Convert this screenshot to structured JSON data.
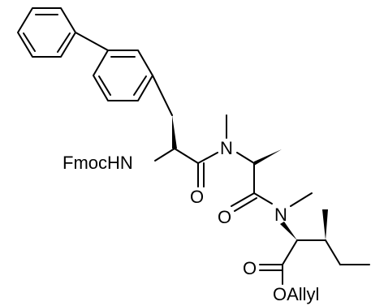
{
  "molecule": {
    "labels": {
      "fmoc_hn": "FmocHN",
      "n1": "N",
      "n2": "N",
      "o_amide1": "O",
      "o_amide2": "O",
      "o_ester": "O",
      "o_allyl": "OAllyl"
    },
    "colors": {
      "ink": "#000000",
      "background": "#ffffff"
    }
  }
}
